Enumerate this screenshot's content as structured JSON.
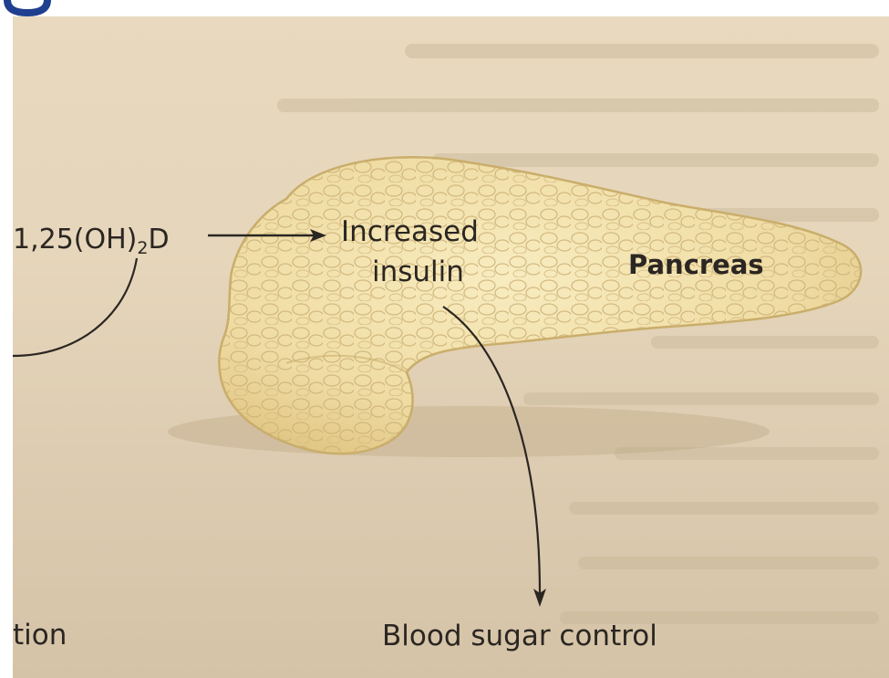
{
  "labels": {
    "vitamin_d": "1,25(OH)",
    "vitamin_d_sub": "2",
    "vitamin_d_suffix": "D",
    "increased_insulin_line1": "Increased",
    "increased_insulin_line2": "insulin",
    "pancreas": "Pancreas",
    "blood_sugar_control": "Blood sugar control",
    "cut_off_left": "tion"
  },
  "colors": {
    "background": "#e6d6bb",
    "organ_fill": "#f2e2ad",
    "organ_outline": "#c9ad6a",
    "text": "#2b2622",
    "corner_mark": "#1f3f8f"
  }
}
